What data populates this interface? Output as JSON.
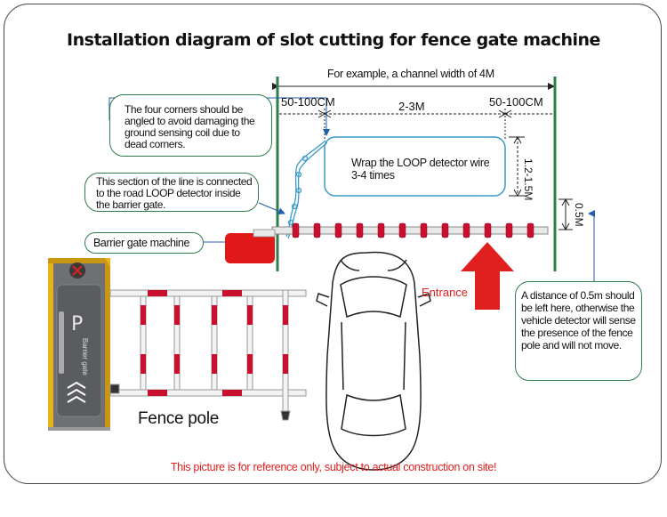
{
  "title": "Installation diagram of slot cutting for fence gate machine",
  "channel_note": "For example, a channel width of 4M",
  "dims": {
    "left": "50-100CM",
    "middle": "2-3M",
    "right": "50-100CM",
    "loop_height": "1.2-1.5M",
    "gap": "0.5M"
  },
  "callouts": {
    "corners": "The four corners should be angled to avoid damaging the ground sensing coil due to dead corners.",
    "section": "This section of the line is connected to the road LOOP detector inside the barrier gate.",
    "barrier": "Barrier gate machine",
    "distance": "A distance of 0.5m should be left here, otherwise the vehicle detector will sense the presence of the fence pole and will not move."
  },
  "loop_label": "Wrap the LOOP detector wire 3-4 times",
  "entrance": "Entrance",
  "fence_pole": "Fence pole",
  "machine_panel": {
    "p": "P",
    "text": "Barrier gate"
  },
  "footer": "This picture is for reference only, subject to actual construction on site!",
  "colors": {
    "green": "#2e7d4a",
    "red": "#e0201e",
    "loop": "#3a9ac8",
    "pole_red": "#c8102e",
    "yellow": "#e8b21a"
  }
}
